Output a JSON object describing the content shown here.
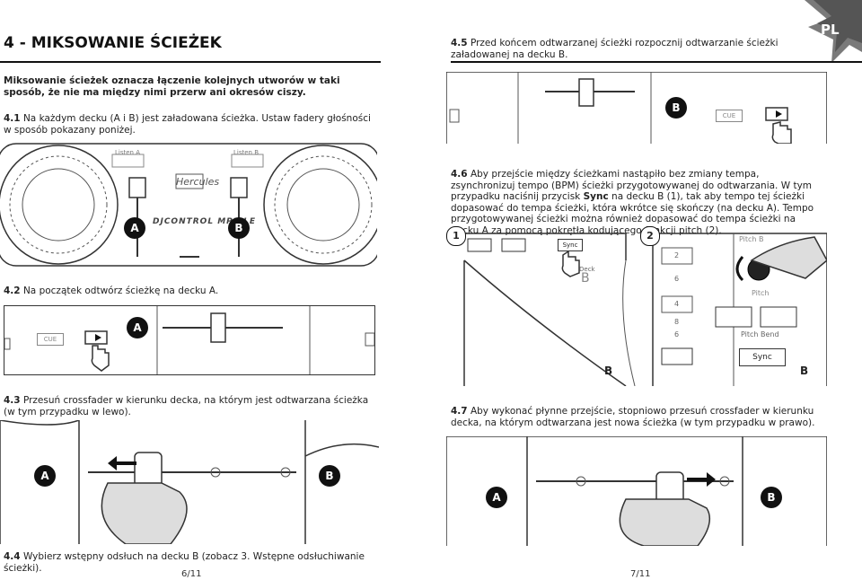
{
  "lang_badge": "PL",
  "left": {
    "title": "4 - MIKSOWANIE ŚCIEŻEK",
    "intro": "Miksowanie ścieżek oznacza łączenie kolejnych utworów w taki sposób, że nie ma między nimi przerw ani okresów ciszy.",
    "s41_num": "4.1",
    "s41_text": " Na każdym decku (A i B) jest załadowana ścieżka. Ustaw fadery głośności w sposób pokazany poniżej.",
    "s42_num": "4.2",
    "s42_text": " Na początek odtwórz ścieżkę na decku A.",
    "s43_num": "4.3",
    "s43_text": " Przesuń crossfader w kierunku decka, na którym jest odtwarzana ścieżka (w tym przypadku w lewo).",
    "s44_num": "4.4",
    "s44_text": " Wybierz wstępny odsłuch na decku B (zobacz 3. Wstępne odsłuchiwanie ścieżki).",
    "page": "6/11"
  },
  "right": {
    "s45_num": "4.5",
    "s45_text": " Przed końcem odtwarzanej ścieżki rozpocznij odtwarzanie ścieżki załadowanej na decku B.",
    "s46_num": "4.6",
    "s46_text_a": " Aby przejście między ścieżkami nastąpiło bez zmiany tempa, zsynchronizuj tempo (BPM) ścieżki przygotowywanej do odtwarzania. W tym przypadku naciśnij przycisk ",
    "s46_sync": "Sync",
    "s46_text_b": " na decku B (1), tak aby tempo tej ścieżki dopasować do tempa ścieżki, która wkrótce się skończy (na decku A). Tempo przygotowywanej ścieżki można również dopasować do tempa ścieżki na decku A za pomocą pokrętła kodującego funkcji pitch (2).",
    "s47_num": "4.7",
    "s47_text": " Aby wykonać płynne przejście, stopniowo przesuń crossfader w kierunku decka, na którym odtwarzana jest nowa ścieżka (w tym przypadku w prawo).",
    "page": "7/11"
  },
  "figures": {
    "fig1": {
      "listen_a": "Listen A",
      "listen_b": "Listen B",
      "brand": "Hercules",
      "model": "DJCONTROL MP3 LE",
      "deck_a": "A",
      "deck_b": "B"
    },
    "fig2": {
      "cue": "CUE",
      "deck_a": "A"
    },
    "fig3": {
      "deck_a": "A",
      "deck_b": "B"
    },
    "fig4": {
      "deck_a": "A",
      "deck_b": "B"
    },
    "fig5": {
      "cue": "CUE",
      "deck_b": "B"
    },
    "fig6": {
      "callout_1": "1",
      "callout_2": "2",
      "sync": "Sync",
      "deck": "Deck",
      "deck_letter": "B",
      "pitch_b": "Pitch B",
      "pitch": "Pitch",
      "pitch_bend": "Pitch Bend",
      "n2": "2",
      "n6a": "6",
      "n4": "4",
      "n8": "8",
      "n6b": "6",
      "sync2": "Sync",
      "deck_b1": "B",
      "deck_b2": "B"
    }
  }
}
